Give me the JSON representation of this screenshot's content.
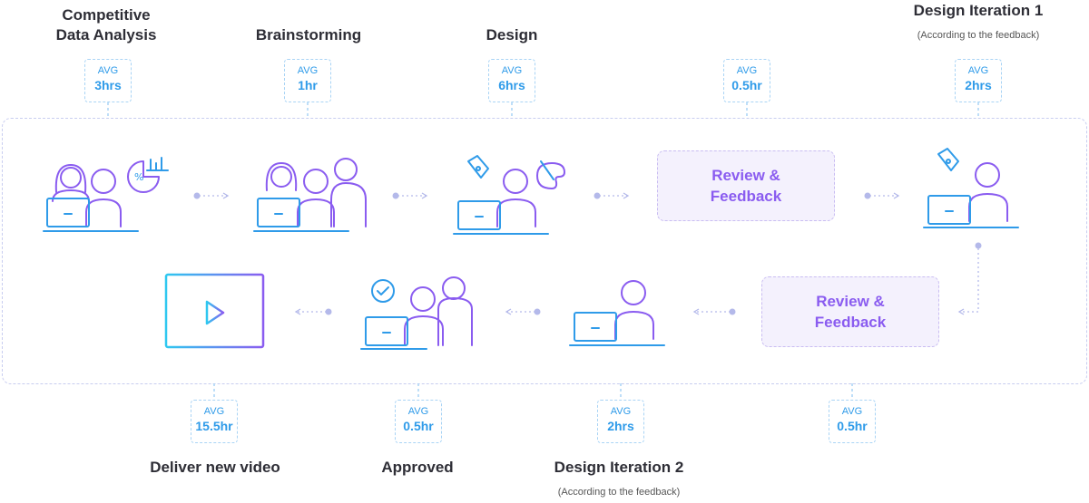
{
  "steps": {
    "competitive_analysis": {
      "title": "Competitive\nData Analysis",
      "avg_label": "AVG",
      "avg_value": "3hrs"
    },
    "brainstorming": {
      "title": "Brainstorming",
      "avg_label": "AVG",
      "avg_value": "1hr"
    },
    "design": {
      "title": "Design",
      "avg_label": "AVG",
      "avg_value": "6hrs"
    },
    "review_1": {
      "label": "Review &\nFeedback",
      "avg_label": "AVG",
      "avg_value": "0.5hr"
    },
    "design_iteration_1": {
      "title": "Design Iteration 1",
      "subtitle": "(According to the feedback)",
      "avg_label": "AVG",
      "avg_value": "2hrs"
    },
    "review_2": {
      "label": "Review &\nFeedback",
      "avg_label": "AVG",
      "avg_value": "0.5hr"
    },
    "design_iteration_2": {
      "title": "Design Iteration 2",
      "subtitle": "(According to the feedback)",
      "avg_label": "AVG",
      "avg_value": "2hrs"
    },
    "approved": {
      "title": "Approved",
      "avg_label": "AVG",
      "avg_value": "0.5hr"
    },
    "deliver": {
      "title": "Deliver new video",
      "avg_label": "AVG",
      "avg_value": "15.5hr"
    }
  },
  "icons": {
    "competitive_analysis": "two-people-laptop-chart-icon",
    "brainstorming": "three-people-laptop-icon",
    "design": "designer-laptop-pen-palette-icon",
    "design_iteration_1": "designer-laptop-pen-icon",
    "design_iteration_2": "person-laptop-icon",
    "approved": "two-people-laptop-check-icon",
    "deliver": "video-player-icon"
  },
  "colors": {
    "accent_purple": "#8a5cf0",
    "accent_blue": "#2f9be9",
    "text": "#2e2e36"
  }
}
